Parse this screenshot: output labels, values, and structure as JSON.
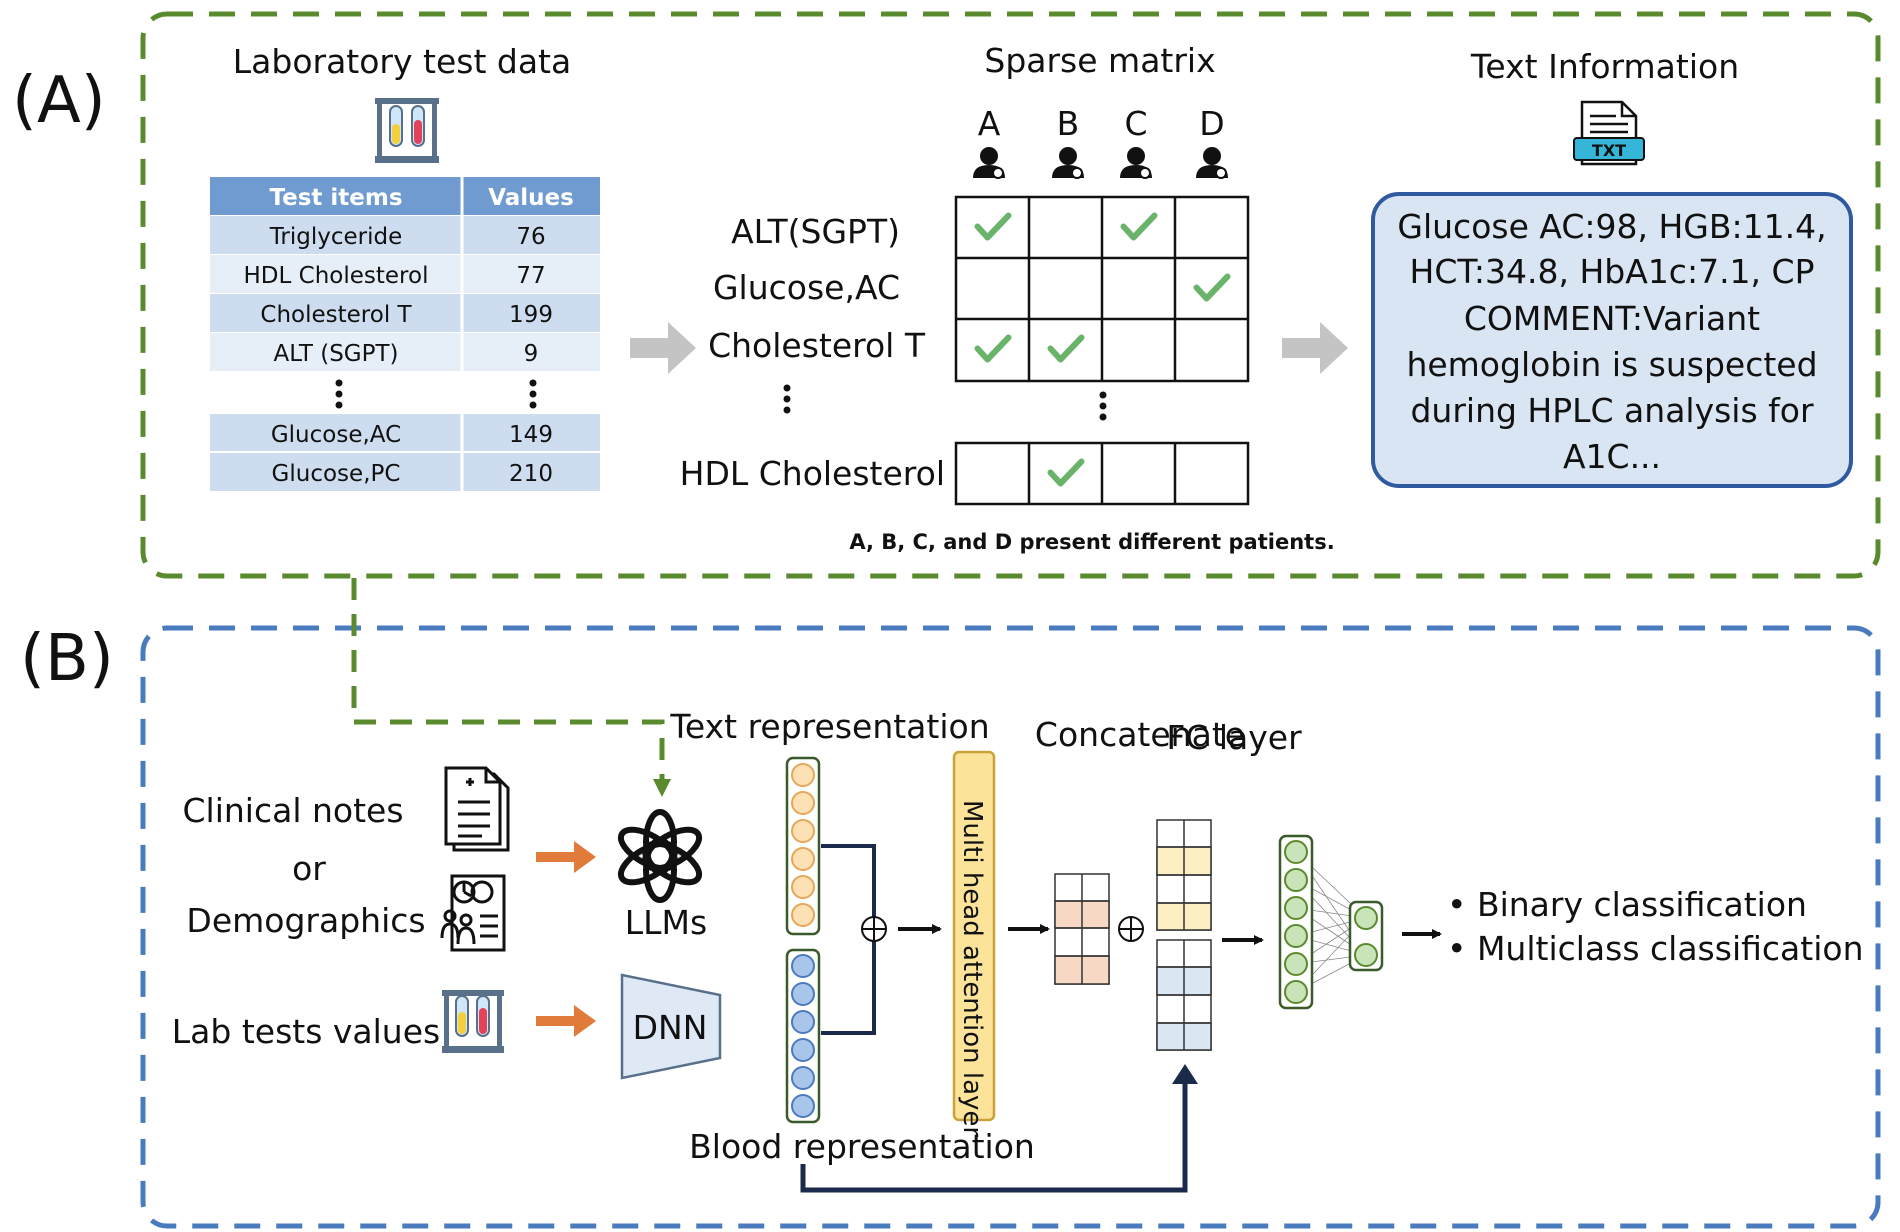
{
  "panel_a": {
    "label": "(A)",
    "lab_title": "Laboratory test data",
    "lab_table": {
      "headers": [
        "Test items",
        "Values"
      ],
      "rows": [
        [
          "Triglyceride",
          "76"
        ],
        [
          "HDL Cholesterol",
          "77"
        ],
        [
          "Cholesterol T",
          "199"
        ],
        [
          "ALT (SGPT)",
          "9"
        ],
        [
          "Glucose,AC",
          "149"
        ],
        [
          "Glucose,PC",
          "210"
        ]
      ]
    },
    "sparse_title": "Sparse matrix",
    "patients": [
      "A",
      "B",
      "C",
      "D"
    ],
    "matrix_rows": [
      "ALT(SGPT)",
      "Glucose,AC",
      "Cholesterol T",
      "HDL Cholesterol"
    ],
    "matrix_checks": [
      [
        true,
        false,
        true,
        false
      ],
      [
        false,
        false,
        false,
        true
      ],
      [
        true,
        true,
        false,
        false
      ],
      [
        false,
        true,
        false,
        false
      ]
    ],
    "matrix_caption": "A, B, C, and D present different patients.",
    "text_title": "Text Information",
    "txt_icon_label": "TXT",
    "text_box_lines": [
      "Glucose AC:98, HGB:11.4,",
      "HCT:34.8, HbA1c:7.1, CP",
      "COMMENT:Variant",
      "hemoglobin is suspected",
      "during HPLC analysis for",
      "A1C..."
    ]
  },
  "panel_b": {
    "label": "(B)",
    "clinical_notes": "Clinical notes",
    "or": "or",
    "demographics": "Demographics",
    "lab_tests_values": "Lab tests values",
    "llms": "LLMs",
    "dnn": "DNN",
    "text_representation": "Text representation",
    "blood_representation": "Blood representation",
    "attention_layer": "Multi head attention layer",
    "concatenate": "Concatenate",
    "fc_layer": "FC layer",
    "outputs": [
      "• Binary classification",
      "• Multiclass classification"
    ]
  },
  "colors": {
    "green_dash": "#5a8a2e",
    "blue_dash": "#4a7bbf",
    "table_header": "#6f9bd1",
    "table_row_dark": "#cddcef",
    "table_row_light": "#e6eef8",
    "check": "#6ab36a",
    "text_box_fill": "#d9e5f2",
    "text_box_stroke": "#2f5aa0",
    "arrow_gray": "#c4c4c4",
    "arrow_orange": "#e07b39",
    "attention_fill": "#fbe39a",
    "orange_node": "#fde0b4",
    "blue_node": "#a9c5ea",
    "green_node": "#c9e4b8",
    "dark_navy": "#1b2a4a"
  }
}
